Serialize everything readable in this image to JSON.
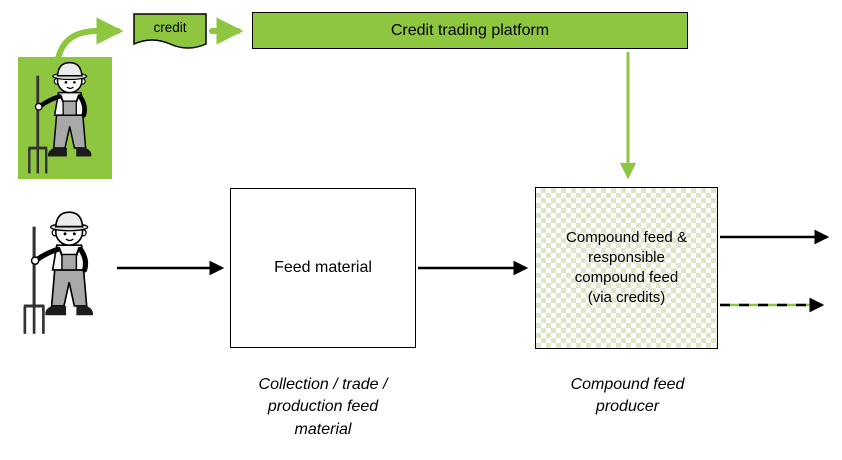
{
  "colors": {
    "green": "#8fc640",
    "pattern-green": "#dbe7c6",
    "ink": "#000000"
  },
  "diagram": {
    "credit_note": {
      "label": "credit"
    },
    "platform": {
      "label": "Credit trading platform"
    },
    "feed_material": {
      "label": "Feed material"
    },
    "compound": {
      "label": "Compound feed &\nresponsible\ncompound feed\n(via credits)"
    },
    "captions": {
      "feed_material": "Collection / trade /\nproduction feed\nmaterial",
      "compound": "Compound feed\nproducer"
    },
    "icons": {
      "farmer_credit": "farmer-with-pitchfork",
      "farmer_supplier": "farmer-with-pitchfork"
    }
  }
}
